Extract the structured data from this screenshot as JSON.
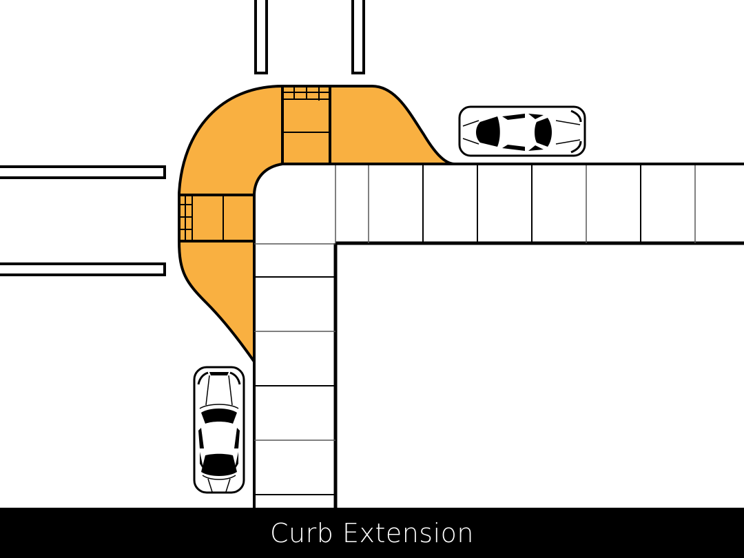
{
  "diagram": {
    "caption": "Curb Extension",
    "colors": {
      "extension_fill": "#F9B041",
      "line": "#000000",
      "background": "#FFFFFF",
      "caption_bg": "#000000",
      "caption_text": "#FFFFFF"
    },
    "elements": {
      "curb_extension": "orange bulb-out at intersection corner",
      "crosswalks": [
        "north crosswalk",
        "west crosswalk"
      ],
      "sidewalks": [
        "east sidewalk",
        "south sidewalk"
      ],
      "lane_markings": [
        "north stop lines",
        "west stop lines"
      ],
      "parked_cars": [
        "car parked east of extension (horizontal)",
        "car parked south of extension (vertical)"
      ]
    }
  }
}
